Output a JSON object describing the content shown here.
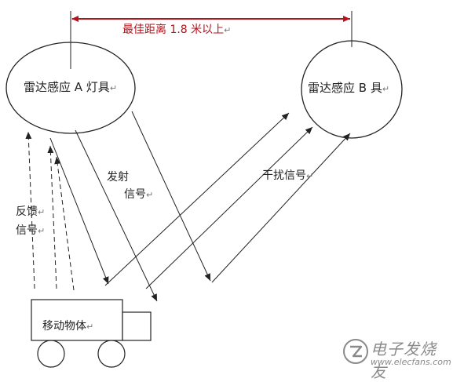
{
  "distance_label": "最佳距离 1.8 米以上",
  "return_mark": "↵",
  "sensor_a": "雷达感应 A 灯具",
  "sensor_b": "雷达感应 B 具",
  "emit_label": [
    "发射",
    "信号"
  ],
  "interference_label": "干扰信号",
  "feedback_label": [
    "反馈",
    "信号"
  ],
  "moving_object": "移动物体",
  "watermark": {
    "title": "电子发烧友",
    "url": "www.elecfans.com"
  },
  "colors": {
    "distance": "#b4141c",
    "lines": "#222222",
    "watermark": "#8a8a8a"
  }
}
